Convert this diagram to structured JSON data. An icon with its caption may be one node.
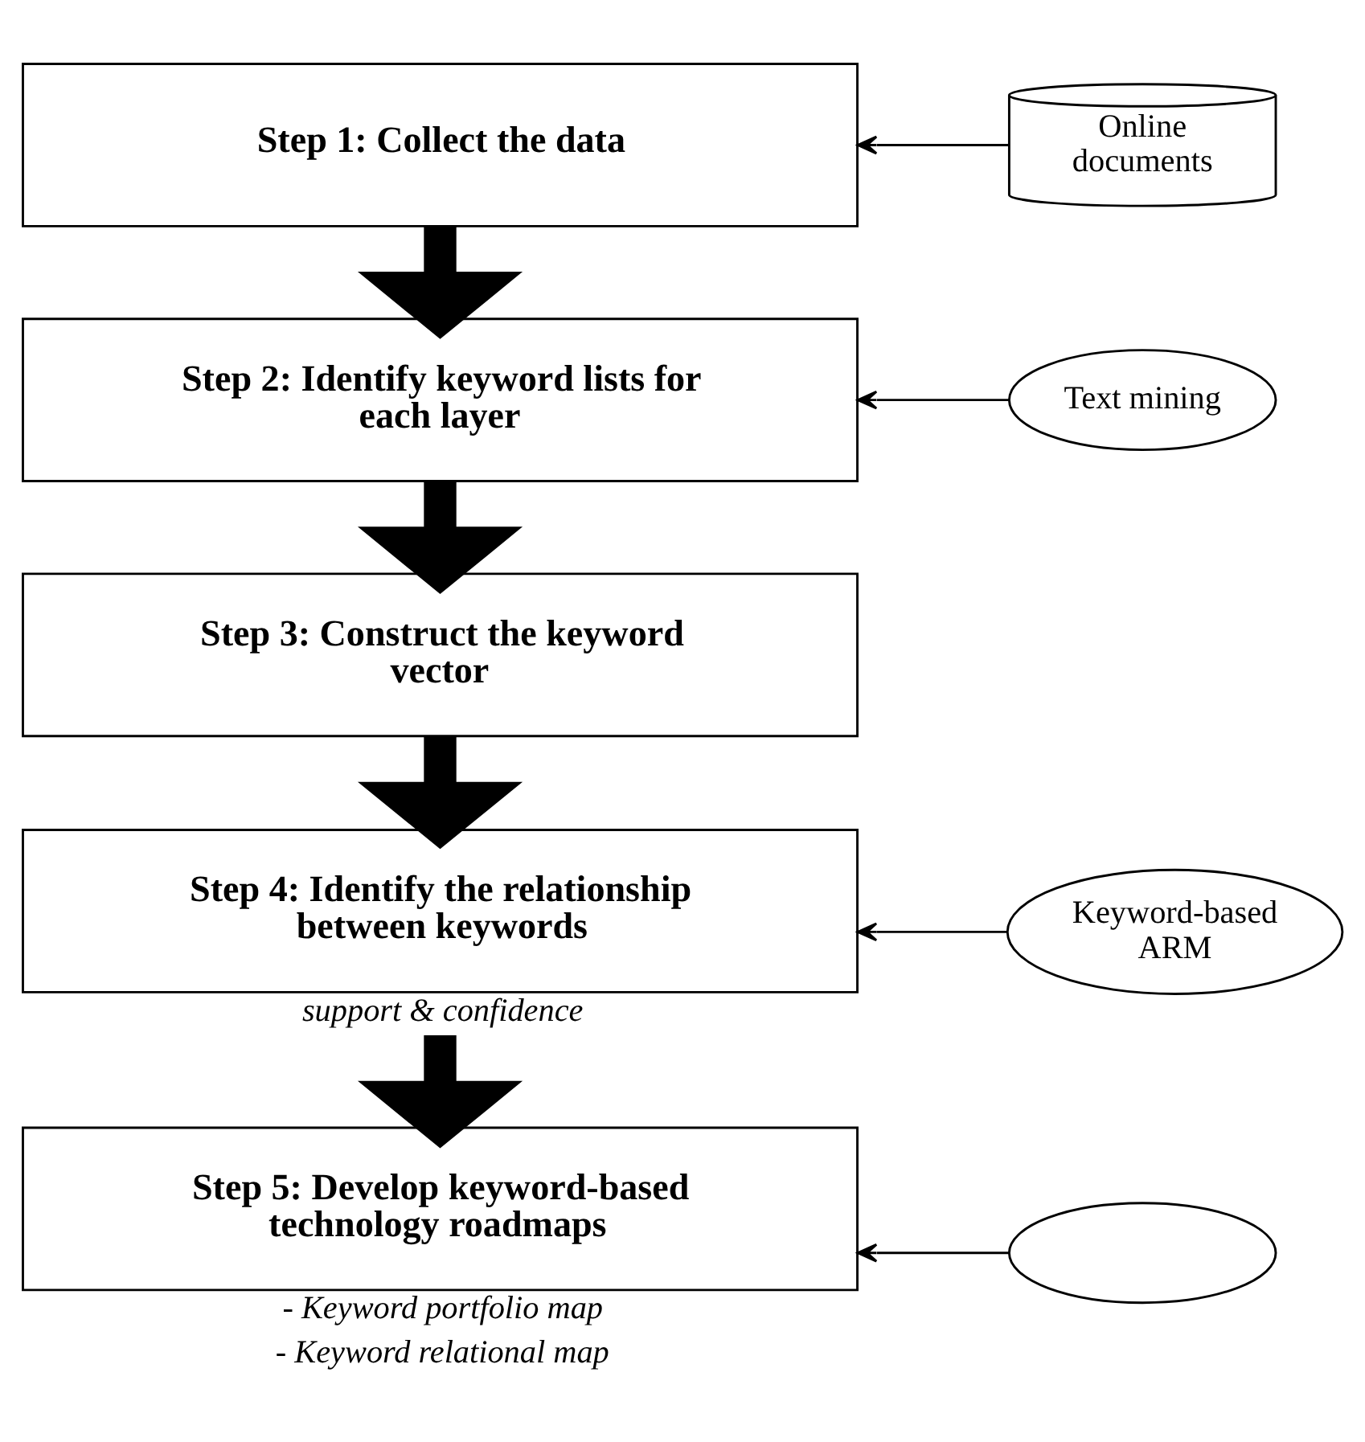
{
  "diagram": {
    "nodes": [
      {
        "text": [
          "Step 1: Collect the data"
        ]
      },
      {
        "text": [
          "Online documents"
        ]
      },
      {
        "text": [
          "Step 2: Identify keyword lists for each layer"
        ]
      },
      {
        "text": [
          "Text mining"
        ]
      },
      {
        "text": [
          "Step 3: Construct the keyword vector"
        ]
      },
      {
        "text": [
          "Step 4: Identify the relationship between keywords"
        ],
        "beside": [
          "support & confidence"
        ]
      },
      {
        "text": [
          "Keyword-based ARM"
        ]
      },
      {
        "text": [
          "Step 5: Develop keyword-based technology roadmaps"
        ],
        "beside": [
          "- Keyword portfolio map",
          "- Keyword relational map"
        ]
      },
      {
        "text": [],
        "shape": "ellipse"
      }
    ],
    "edges": [
      {
        "from": 1,
        "to": 0,
        "arrow": "to"
      },
      {
        "from": 0,
        "to": 2,
        "arrow": "to",
        "style": "thick"
      },
      {
        "from": 3,
        "to": 2,
        "arrow": "to"
      },
      {
        "from": 2,
        "to": 4,
        "arrow": "to",
        "style": "thick"
      },
      {
        "from": 4,
        "to": 5,
        "arrow": "to",
        "style": "thick"
      },
      {
        "from": 6,
        "to": 5,
        "arrow": "to"
      },
      {
        "from": 5,
        "to": 7,
        "arrow": "to",
        "style": "thick"
      },
      {
        "from": 8,
        "to": 7,
        "arrow": "to"
      }
    ]
  }
}
